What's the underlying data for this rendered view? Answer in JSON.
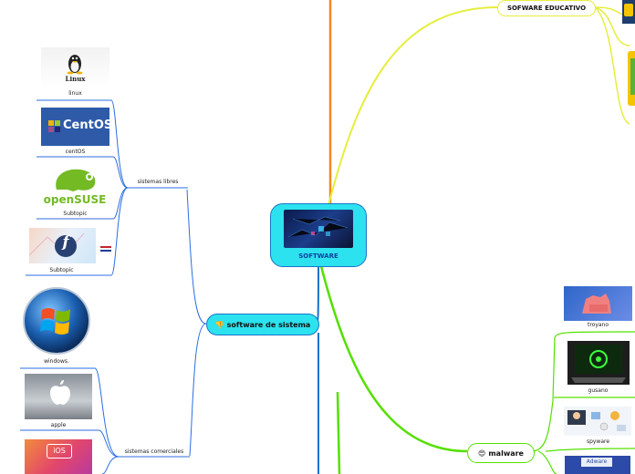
{
  "central": {
    "label": "SOFTWARE"
  },
  "topics": {
    "sistema": {
      "label": "software de sistema",
      "emoji": "👎"
    },
    "malware": {
      "label": "malware",
      "emoji": "😍"
    },
    "educativo": {
      "label": "SOFWARE EDUCATIVO"
    }
  },
  "subtopics": {
    "libres": "sistemas libres",
    "comerciales": "sistemas comerciales"
  },
  "items": {
    "linux": {
      "caption": "linux",
      "logo_text": "Linux"
    },
    "centos": {
      "caption": "centOS",
      "logo_text": "CentOS"
    },
    "opensuse": {
      "caption": "Subtopic",
      "logo_text": "openSUSE"
    },
    "fedora": {
      "caption": "Subtopic",
      "logo_text": "f"
    },
    "windows": {
      "caption": "windows."
    },
    "apple": {
      "caption": "apple"
    },
    "ios": {
      "logo_text": "iOS"
    },
    "troyano": {
      "caption": "troyano"
    },
    "gusano": {
      "caption": "gusano"
    },
    "spyware": {
      "caption": "spyware"
    },
    "adware": {
      "logo_text": "Adware"
    }
  },
  "colors": {
    "blue_branch": "#2b6de0",
    "lime_branch": "#54e000",
    "yellow_branch": "#e6ee3c",
    "orange_branch": "#f28a1e",
    "central_fill": "#2ce2ee",
    "central_border": "#1a74c9"
  }
}
